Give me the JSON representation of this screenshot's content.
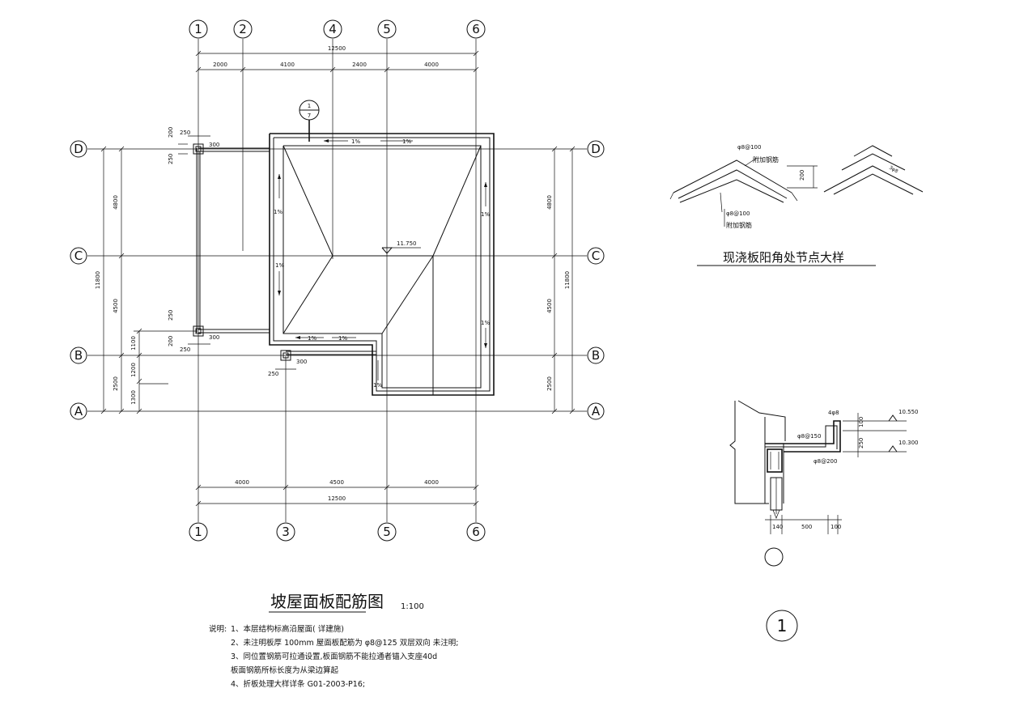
{
  "plan": {
    "grid_top": [
      "1",
      "2",
      "4",
      "5",
      "6"
    ],
    "grid_bottom": [
      "1",
      "3",
      "5",
      "6"
    ],
    "grid_rows": [
      "D",
      "C",
      "B",
      "A"
    ],
    "dim_top_total": "12500",
    "dim_top": [
      "2000",
      "4100",
      "2400",
      "4000"
    ],
    "dim_bottom": [
      "4000",
      "4500",
      "4000"
    ],
    "dim_bottom_total": "12500",
    "dim_left_total": "11800",
    "dim_left": [
      "4800",
      "4500",
      "2500"
    ],
    "dim_left_inner": [
      "1100",
      "1200",
      "1300"
    ],
    "dim_right_total": "11800",
    "dim_right": [
      "4800",
      "4500",
      "2500"
    ],
    "post_dims": {
      "d250": "250",
      "d200": "200",
      "d300": "300"
    },
    "slopes": [
      "1%"
    ],
    "elevation": "11.750",
    "section_mark_top": "1",
    "section_mark_bottom": "7"
  },
  "title": {
    "main": "坡屋面板配筋图",
    "scale": "1:100"
  },
  "notes": {
    "label": "说明:",
    "items": [
      "1、本层结构标高沿屋面( 详建施)",
      "2、未注明板厚     100mm     屋面板配筋为     φ8@125 双层双向 未注明;",
      "3、同位置钢筋可拉通设置,板面钢筋不能拉通者锚入支座40d",
      "    板面钢筋所标长度为从梁边算起",
      "4、折板处理大样详条     G01-2003-P16;"
    ]
  },
  "detail_corner": {
    "title": "现浇板阳角处节点大样",
    "label_top": "φ8@100",
    "label_add_top": "附加钢筋",
    "label_bottom": "φ8@100",
    "label_add_bottom": "附加钢筋",
    "dim": "200",
    "label_right": "3φ8"
  },
  "detail_eave": {
    "label_4phi8": "4φ8",
    "label_phi8_150": "φ8@150",
    "label_phi8_200": "φ8@200",
    "elev_top": "10.550",
    "elev_bottom": "10.300",
    "dim_100": "100",
    "dim_250": "250",
    "dim_140": "140",
    "dim_500": "500",
    "dim_100b": "100",
    "mark": "1"
  }
}
